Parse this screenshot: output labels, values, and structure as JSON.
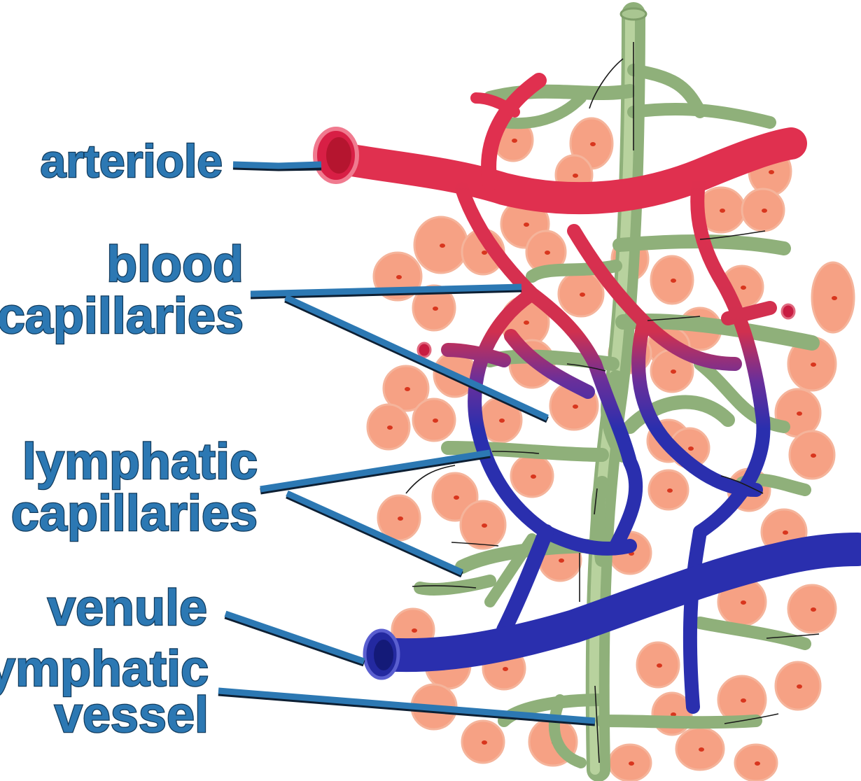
{
  "labels": {
    "arteriole": "arteriole",
    "blood_capillaries_line1": "blood",
    "blood_capillaries_line2": "capillaries",
    "lymphatic_capillaries_line1": "lymphatic",
    "lymphatic_capillaries_line2": "capillaries",
    "venule": "venule",
    "lymphatic_vessel_line1": "lymphatic",
    "lymphatic_vessel_line2": "vessel"
  },
  "colors": {
    "label_fill": "#2c78b3",
    "arteriole": "#e0304f",
    "venule": "#2a2fae",
    "lymphatic": "#8fb07a",
    "tissue_cell": "#f6a184",
    "cell_nucleus": "#d8361e"
  }
}
